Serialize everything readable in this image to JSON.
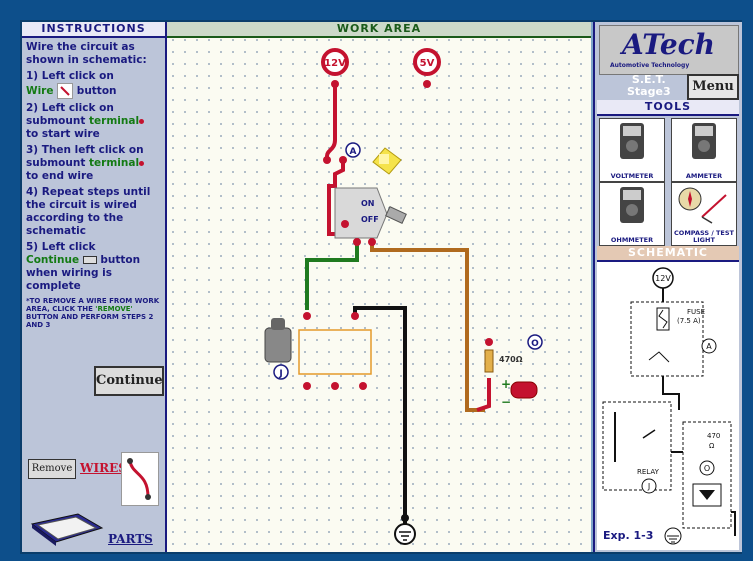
{
  "left": {
    "header": "INSTRUCTIONS",
    "intro": "Wire the circuit as shown in schematic:",
    "step1_a": "1) Left click on",
    "step1_wire": "Wire",
    "step1_b": "button",
    "step2_a": "2) Left click on submount",
    "step2_term": "terminal",
    "step2_b": "to start wire",
    "step3_a": "3) Then left click on submount",
    "step3_term": "terminal",
    "step3_b": "to end wire",
    "step4": "4) Repeat steps until the circuit is wired according to the schematic",
    "step5_a": "5) Left click",
    "step5_cont": "Continue",
    "step5_b": "button when wiring is complete",
    "note_a": "*TO REMOVE A WIRE FROM WORK AREA, CLICK THE",
    "note_remove": "'REMOVE'",
    "note_b": "BUTTON AND PERFORM STEPS 2 AND 3",
    "continue_label": "Continue",
    "remove_label": "Remove",
    "wires_label": "WIRES",
    "parts_label": "PARTS"
  },
  "work": {
    "header": "WORK AREA",
    "src_12v": "12V",
    "src_5v": "5V",
    "label_a": "A",
    "label_j": "J",
    "label_o": "O",
    "switch_on": "ON",
    "switch_off": "OFF",
    "resistor": "470Ω",
    "plus": "+",
    "minus": "−"
  },
  "right": {
    "logo": "ATech",
    "logo_sub": "Automotive Technology",
    "set_line1": "S.E.T.",
    "set_line2": "Stage3",
    "menu_label": "Menu",
    "tools_header": "TOOLS",
    "tools": [
      {
        "label": "VOLTMETER"
      },
      {
        "label": "AMMETER"
      },
      {
        "label": "OHMMETER"
      },
      {
        "label": "COMPASS / TEST LIGHT"
      }
    ],
    "schematic_header": "SCHEMATIC",
    "sch_12v": "12V",
    "sch_fuse": "FUSE",
    "sch_fuse_val": "(7.5 A)",
    "sch_a": "A",
    "sch_relay": "RELAY",
    "sch_j": "J",
    "sch_470": "470",
    "sch_ohm": "Ω",
    "sch_o": "O",
    "exp_label": "Exp. 1-3"
  },
  "colors": {
    "accent": "#1a1a80",
    "green_text": "#137a13",
    "wire_red": "#c4122f",
    "wire_green": "#1f7a1f",
    "wire_brown": "#b06a1e",
    "wire_black": "#111111"
  }
}
